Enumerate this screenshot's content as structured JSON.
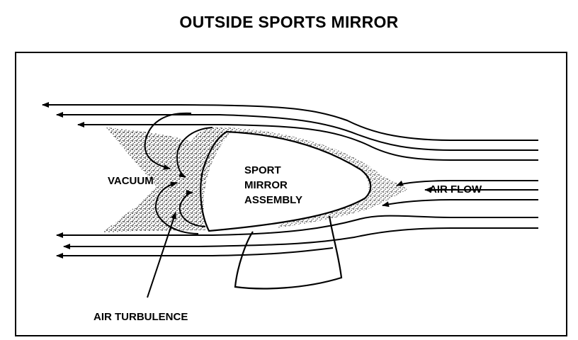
{
  "title": "OUTSIDE SPORTS MIRROR",
  "labels": {
    "vacuum": "VACUUM",
    "assembly_line1": "SPORT",
    "assembly_line2": "MIRROR",
    "assembly_line3": "ASSEMBLY",
    "air_flow": "AIR FLOW",
    "air_turbulence": "AIR TURBULENCE"
  },
  "colors": {
    "ink": "#000000",
    "paper": "#ffffff"
  }
}
